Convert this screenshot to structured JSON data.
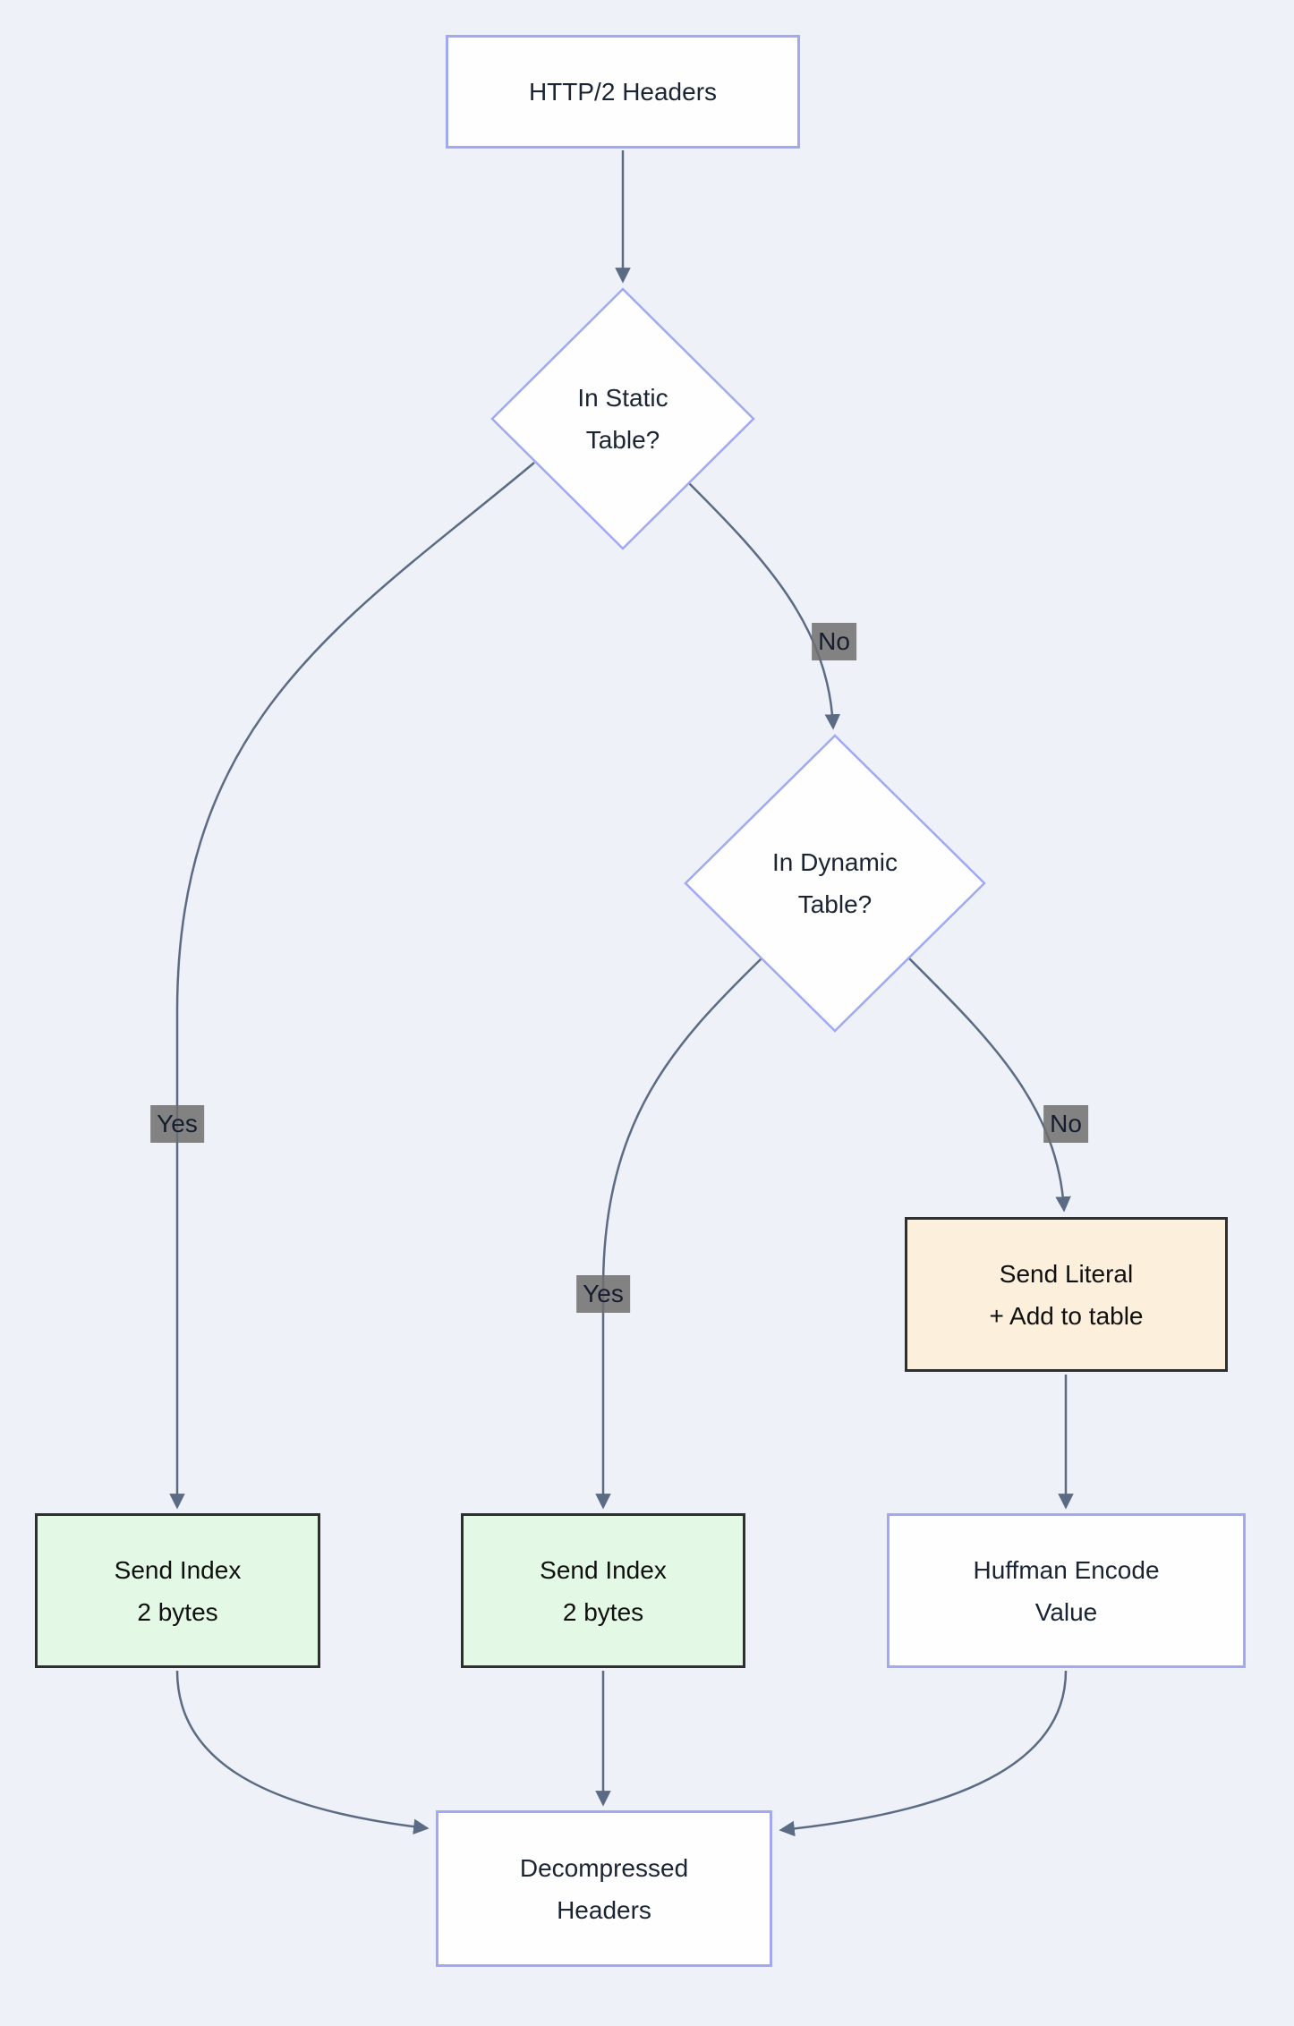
{
  "diagram_type": "flowchart",
  "nodes": {
    "http2_headers": {
      "line1": "HTTP/2 Headers"
    },
    "in_static_table": {
      "line1": "In Static",
      "line2": "Table?"
    },
    "in_dynamic_table": {
      "line1": "In Dynamic",
      "line2": "Table?"
    },
    "send_literal": {
      "line1": "Send Literal",
      "line2": "+ Add to table"
    },
    "send_index_static": {
      "line1": "Send Index",
      "line2": "2 bytes"
    },
    "send_index_dynamic": {
      "line1": "Send Index",
      "line2": "2 bytes"
    },
    "huffman_encode": {
      "line1": "Huffman Encode",
      "line2": "Value"
    },
    "decompressed_headers": {
      "line1": "Decompressed",
      "line2": "Headers"
    }
  },
  "edge_labels": {
    "static_yes": "Yes",
    "static_no": "No",
    "dynamic_yes": "Yes",
    "dynamic_no": "No"
  },
  "colors": {
    "background": "#eef1f7",
    "node_fill": "#fefefe",
    "node_border": "#a0a9f1",
    "green_fill": "#e3f9e5",
    "orange_fill": "#fcefdc",
    "dark_border": "#2f2f2f",
    "edge": "#5c6b84",
    "label_bg": "rgba(110,110,110,0.85)",
    "label_text": "#161d2e",
    "node_text": "#1a2433"
  }
}
